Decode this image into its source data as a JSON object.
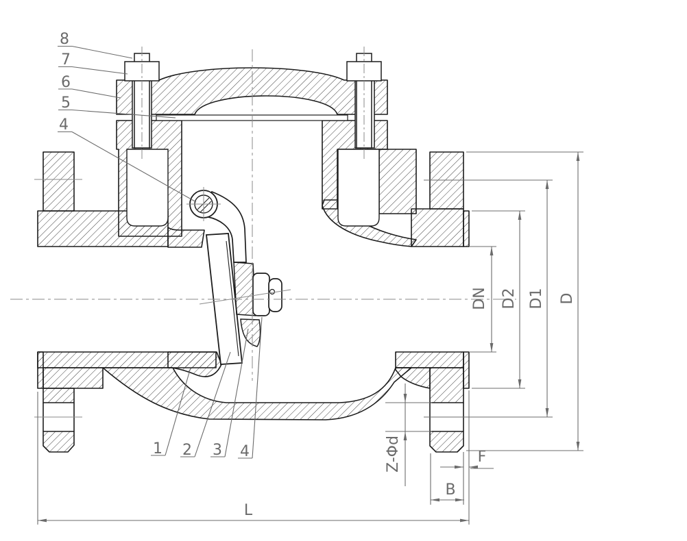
{
  "colors": {
    "outline": "#1c1c1c",
    "hatch": "#2a2a2a",
    "dimension": "#6b6b6b",
    "background": "#ffffff"
  },
  "callouts": {
    "top": [
      "8",
      "7",
      "6",
      "5",
      "4"
    ],
    "bottom": [
      "1",
      "2",
      "3",
      "4"
    ]
  },
  "dimensions": {
    "nominal_bore": "DN",
    "raised_face_diameter": "D2",
    "bolt_circle_diameter": "D1",
    "flange_outside_diameter": "D",
    "bolt_holes": "Z-Φd",
    "raised_face_height": "F",
    "flange_thickness": "B",
    "face_to_face_length": "L"
  }
}
